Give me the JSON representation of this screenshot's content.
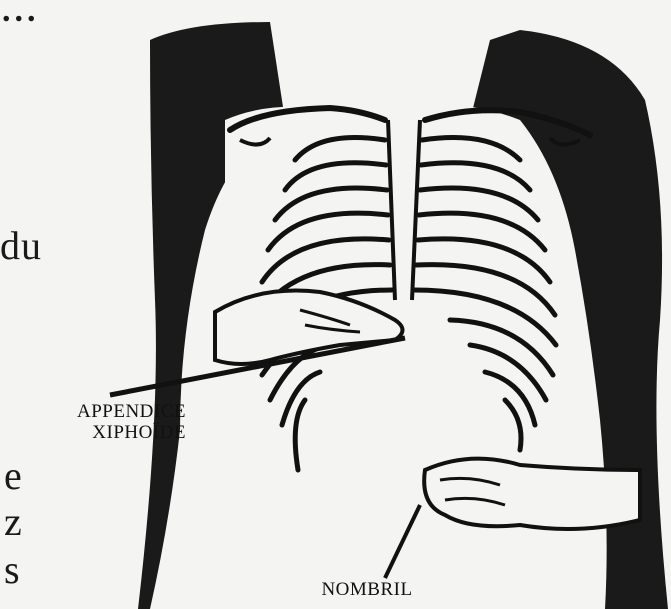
{
  "text_fragments": {
    "top": "...",
    "line1": "du",
    "line2": "e",
    "line3": "z",
    "line4": "s"
  },
  "captions": {
    "appendice_line1": "APPENDICE",
    "appendice_line2": "XIPHOÏDE",
    "nombril": "NOMBRIL"
  },
  "colors": {
    "ink": "#111111",
    "paper": "#f4f4f2"
  }
}
